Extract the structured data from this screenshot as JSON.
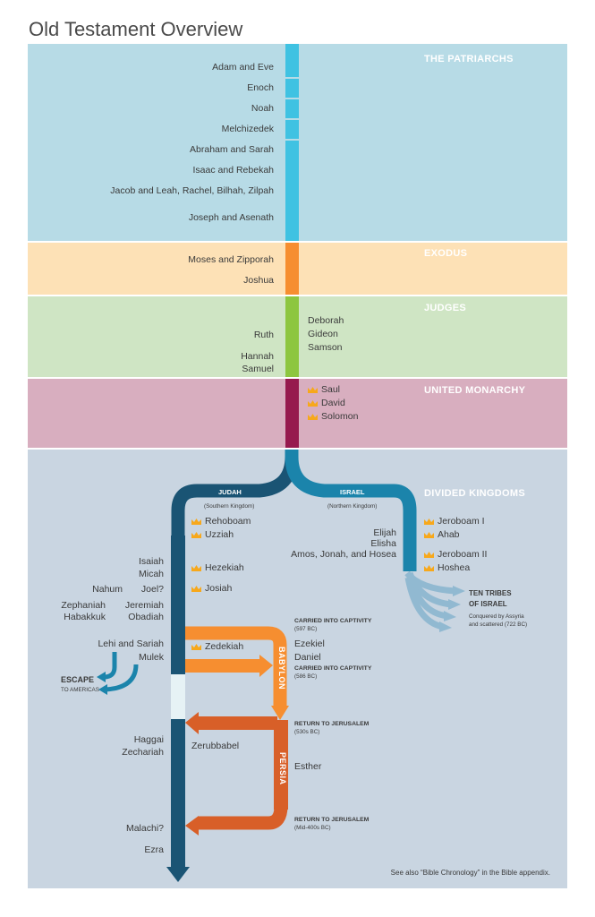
{
  "title": "Old Testament Overview",
  "colors": {
    "patriarchs": "#b7dbe6",
    "exodus": "#fde1b6",
    "judges": "#cfe5c4",
    "monarchy": "#d8aebf",
    "divided": "#c9d5e1",
    "judah": "#1a5474",
    "israel": "#1b84ab",
    "captivity": "#f68e30",
    "persia": "#d85f28",
    "crown": "#f7a81b"
  },
  "bands": {
    "patriarchs": {
      "label": "THE PATRIARCHS",
      "people": [
        "Adam and Eve",
        "Enoch",
        "Noah",
        "Melchizedek",
        "Abraham and Sarah",
        "Isaac and Rebekah",
        "Jacob and Leah, Rachel, Bilhah, Zilpah",
        "Joseph and Asenath"
      ]
    },
    "exodus": {
      "label": "EXODUS",
      "people": [
        "Moses and Zipporah",
        "Joshua"
      ]
    },
    "judges": {
      "label": "JUDGES",
      "left": [
        "Ruth",
        "Hannah",
        "Samuel"
      ],
      "right": [
        "Deborah",
        "Gideon",
        "Samson"
      ]
    },
    "monarchy": {
      "label": "UNITED MONARCHY",
      "kings": [
        "Saul",
        "David",
        "Solomon"
      ]
    },
    "divided": {
      "label": "DIVIDED KINGDOMS"
    }
  },
  "judah": {
    "label": "JUDAH",
    "sub": "(Southern Kingdom)",
    "kings": [
      "Rehoboam",
      "Uzziah",
      "Hezekiah",
      "Josiah",
      "Zedekiah"
    ]
  },
  "israel": {
    "label": "ISRAEL",
    "sub": "(Northern Kingdom)",
    "kings": [
      "Jeroboam I",
      "Ahab",
      "Jeroboam II",
      "Hoshea"
    ],
    "prophets": [
      "Elijah",
      "Elisha",
      "Amos, Jonah, and Hosea"
    ]
  },
  "prophets_left": [
    "Isaiah",
    "Micah",
    "Nahum",
    "Joel?",
    "Zephaniah",
    "Jeremiah",
    "Habakkuk",
    "Obadiah"
  ],
  "escape": {
    "people": [
      "Lehi and Sariah",
      "Mulek"
    ],
    "label": "ESCAPE",
    "sub": "TO AMERICAS"
  },
  "ten_tribes": {
    "label_line1": "TEN TRIBES",
    "label_line2": "OF ISRAEL",
    "sub_line1": "Conquered by Assyria",
    "sub_line2": "and scattered (722 BC)"
  },
  "babylon": {
    "label": "BABYLON",
    "captivity1": "CARRIED INTO CAPTIVITY",
    "date1": "(597 BC)",
    "captivity2": "CARRIED INTO CAPTIVITY",
    "date2": "(586 BC)",
    "people": [
      "Ezekiel",
      "Daniel"
    ]
  },
  "persia": {
    "label": "PERSIA",
    "return1": "RETURN TO JERUSALEM",
    "date1": "(530s BC)",
    "return2": "RETURN TO JERUSALEM",
    "date2": "(Mid-400s BC)",
    "people": [
      "Esther"
    ]
  },
  "post_exile": {
    "left": [
      "Haggai",
      "Zechariah",
      "Malachi?",
      "Ezra"
    ],
    "right": [
      "Zerubbabel"
    ]
  },
  "footnote": "See also “Bible Chronology” in the Bible appendix."
}
